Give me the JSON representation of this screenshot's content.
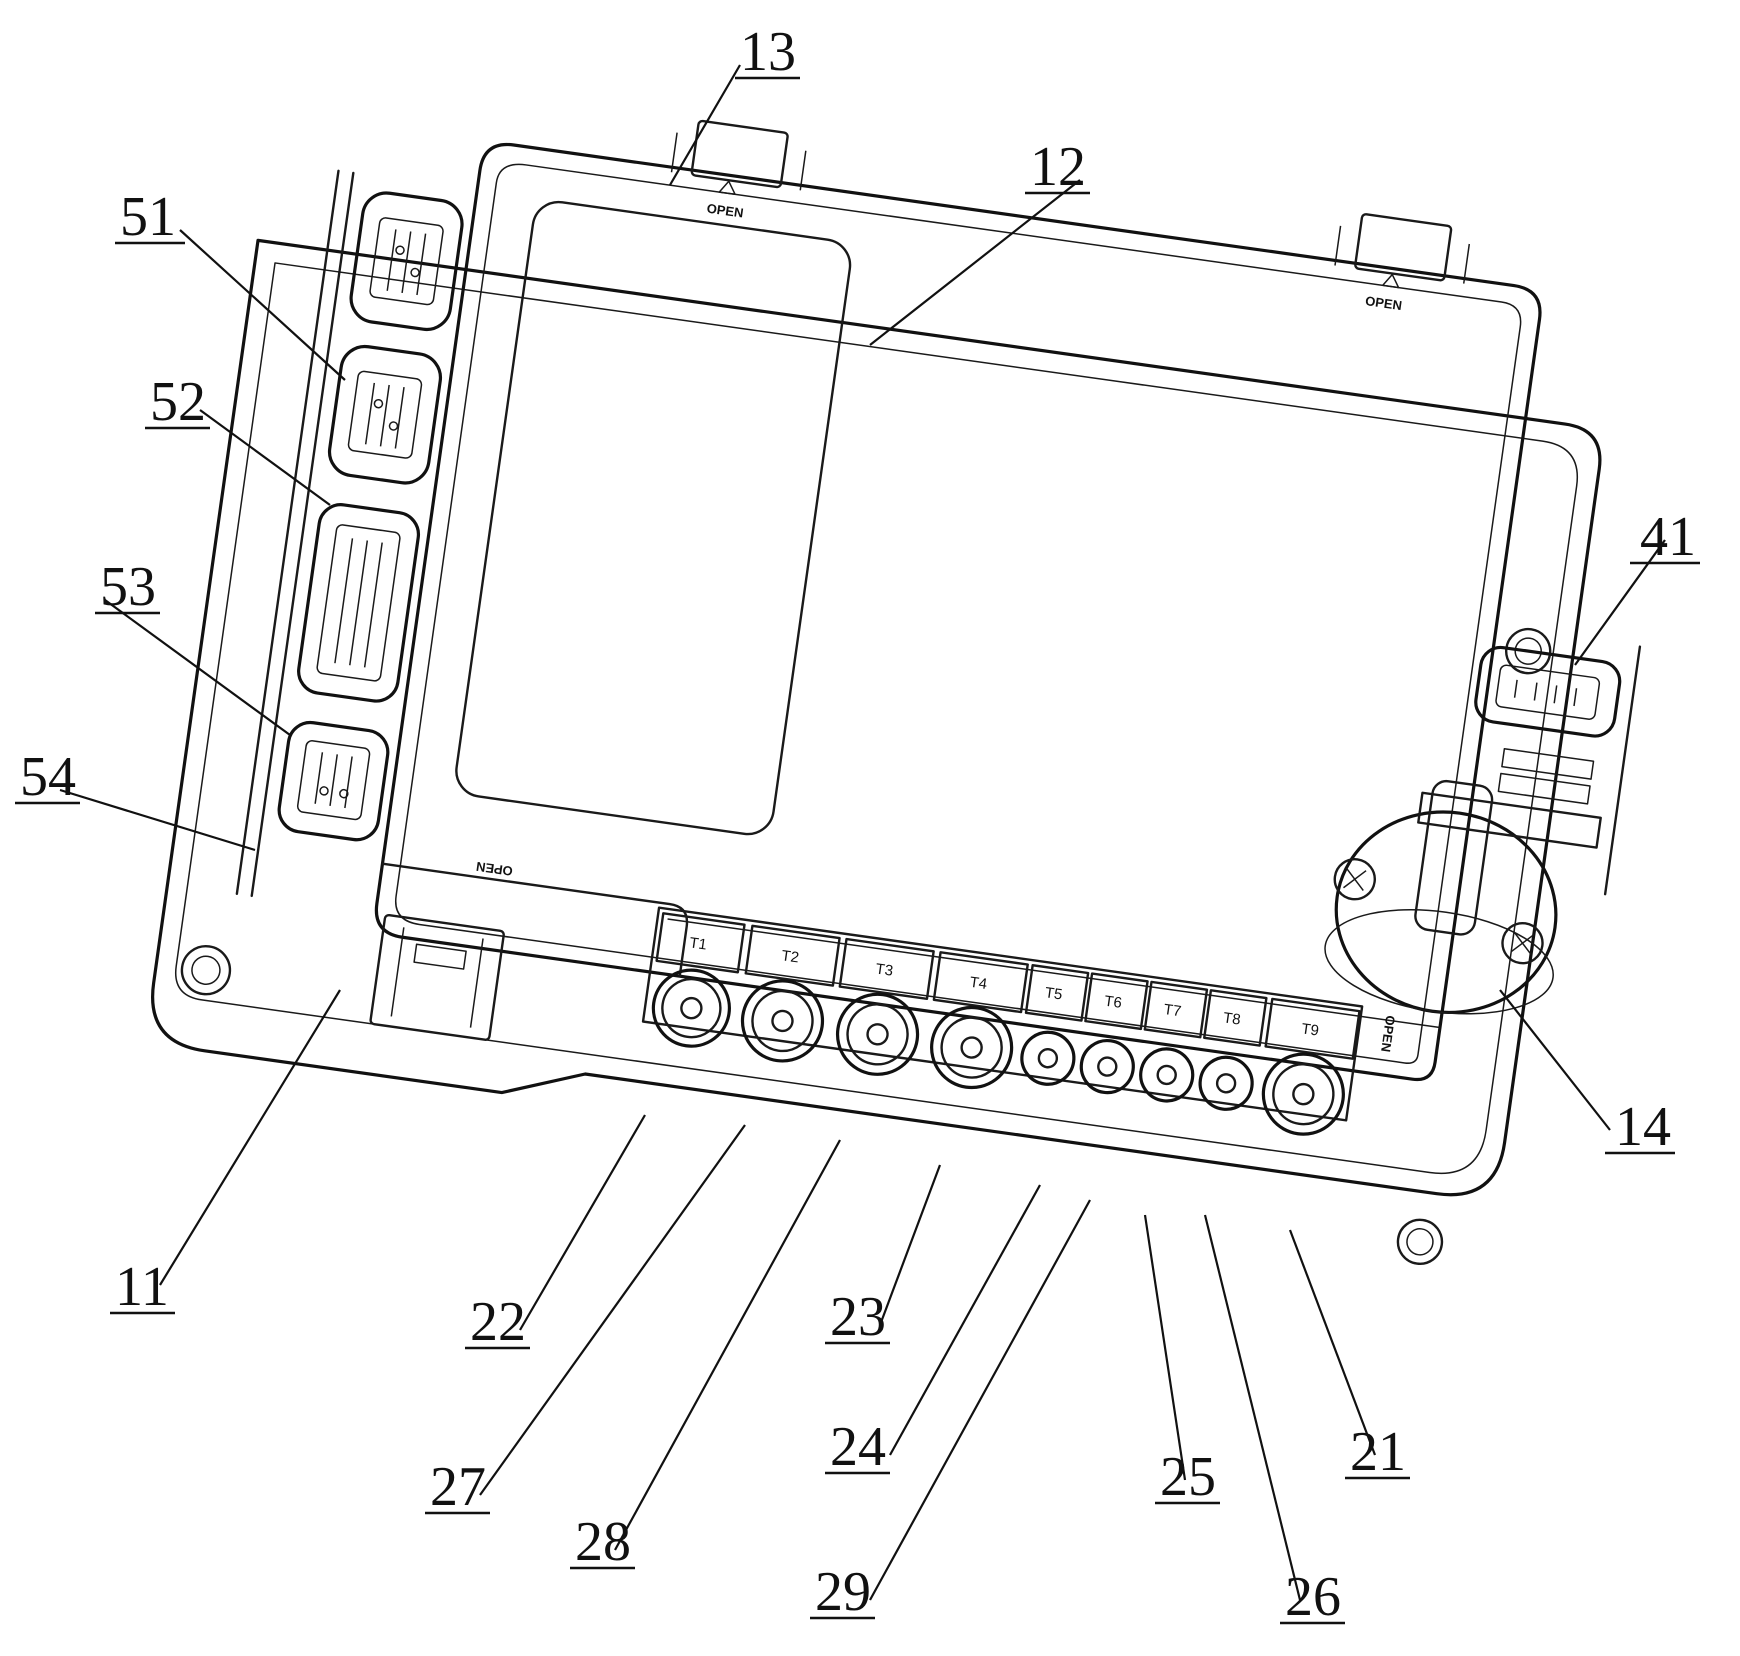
{
  "figure": {
    "callouts": {
      "c11": "11",
      "c12": "12",
      "c13": "13",
      "c14": "14",
      "c21": "21",
      "c22": "22",
      "c23": "23",
      "c24": "24",
      "c25": "25",
      "c26": "26",
      "c27": "27",
      "c28": "28",
      "c29": "29",
      "c41": "41",
      "c51": "51",
      "c52": "52",
      "c53": "53",
      "c54": "54"
    },
    "terminals": [
      "T1",
      "T2",
      "T3",
      "T4",
      "T5",
      "T6",
      "T7",
      "T8",
      "T9"
    ],
    "open_marks": [
      "OPEN",
      "OPEN",
      "OPEN",
      "OPEN"
    ]
  }
}
